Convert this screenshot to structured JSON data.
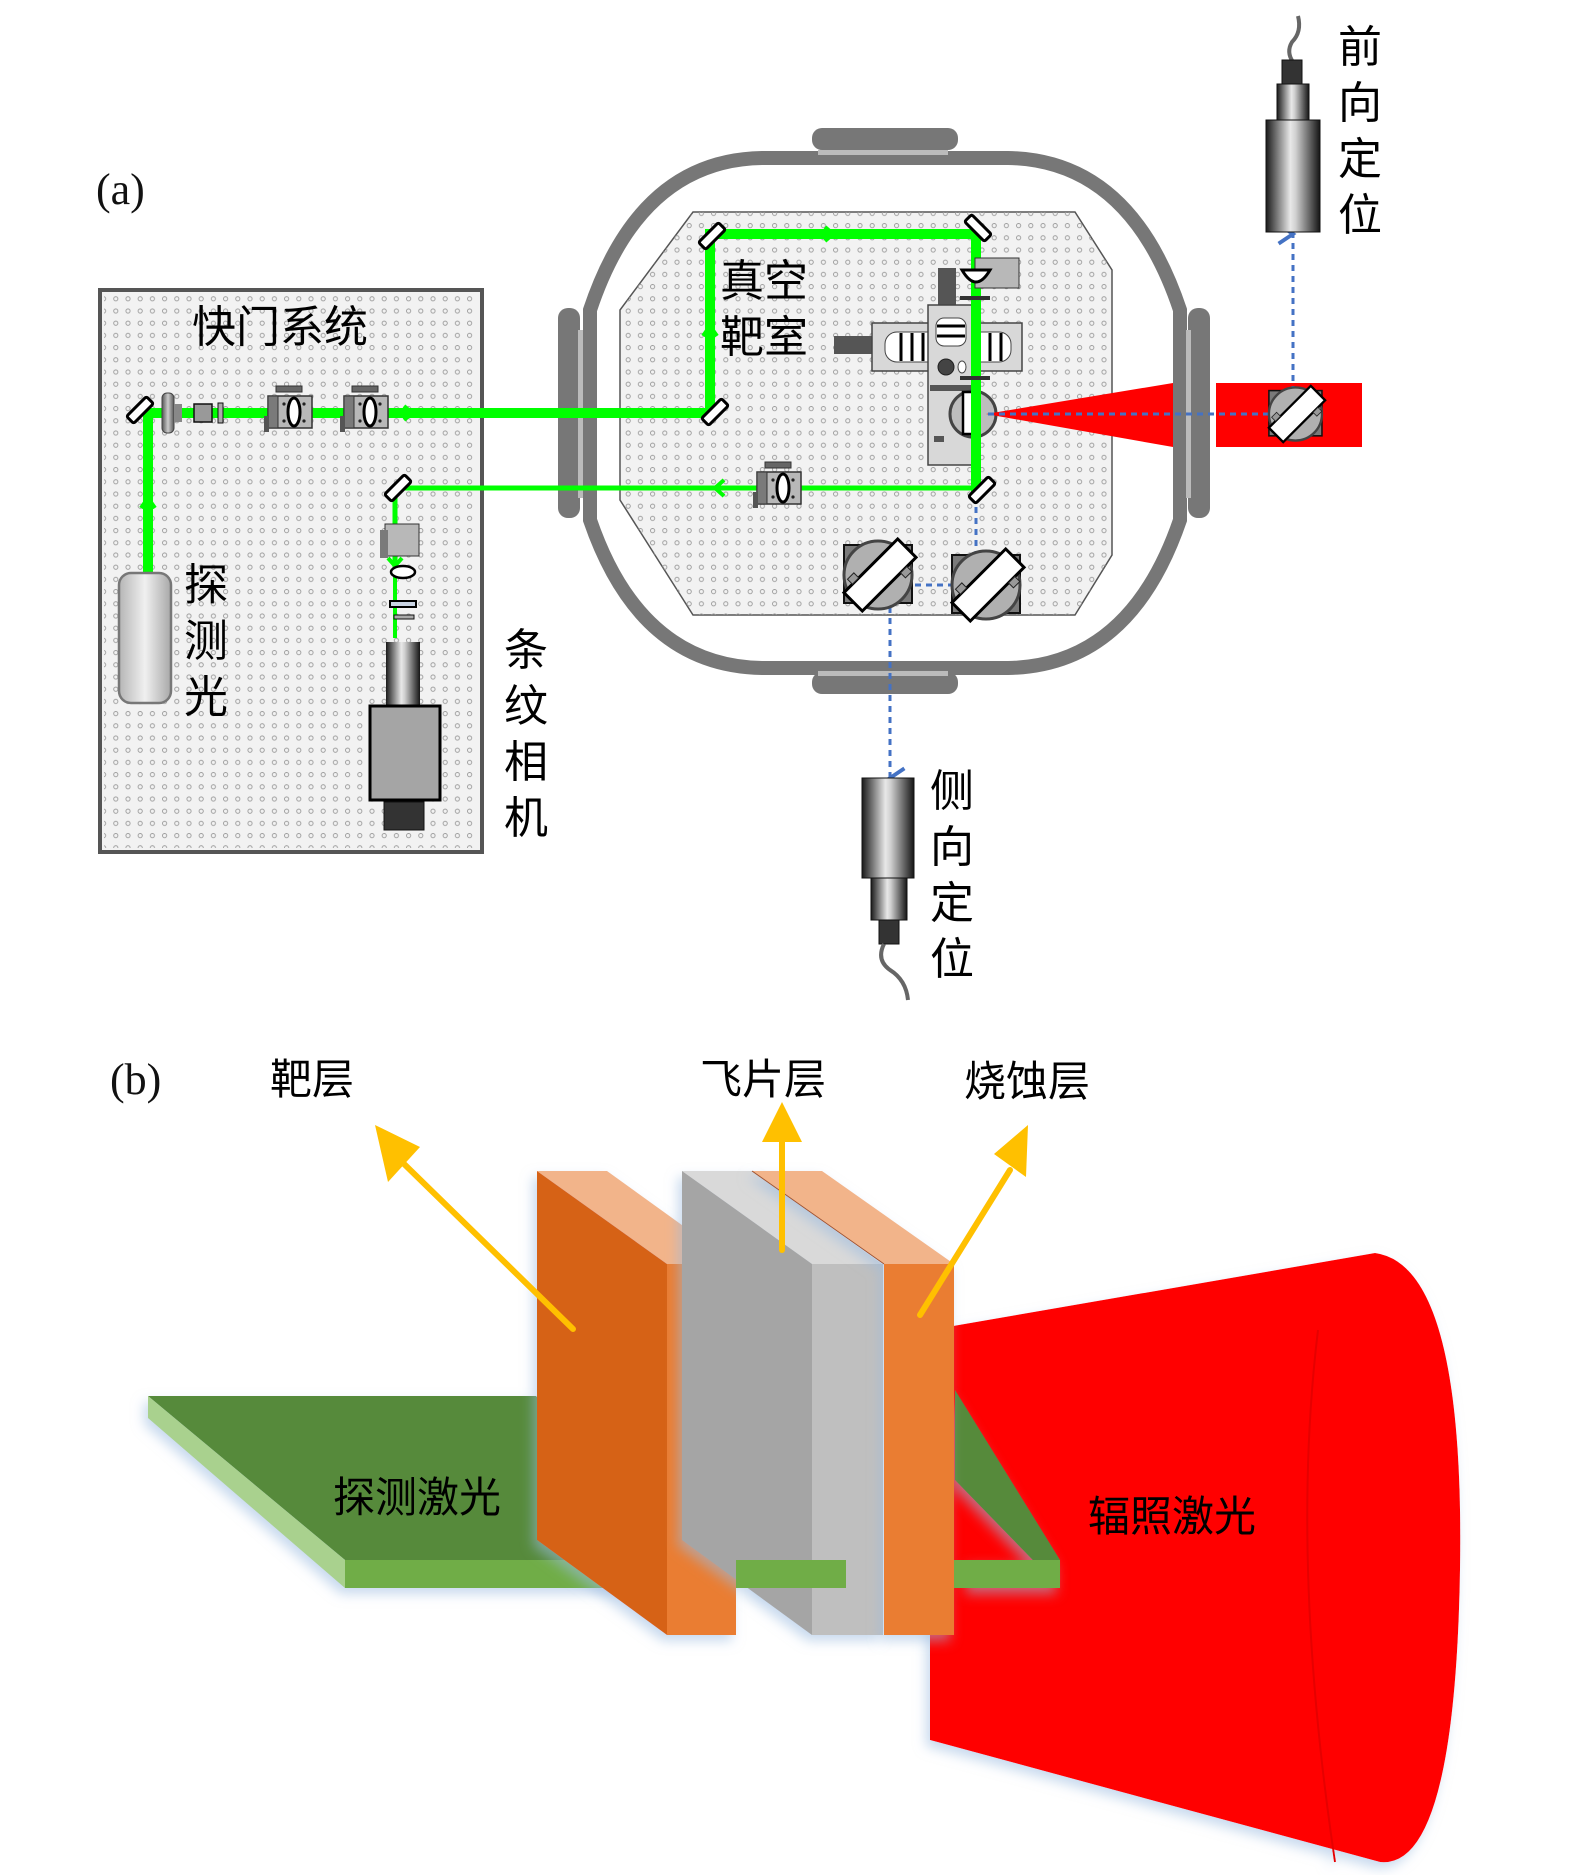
{
  "figure": {
    "panel_a": {
      "label": "(a)",
      "shutter_system": "快门系统",
      "probe_light": [
        "探",
        "测",
        "光"
      ],
      "streak_camera": [
        "条",
        "纹",
        "相",
        "机"
      ],
      "vacuum_chamber": [
        "真空",
        "靶室"
      ],
      "forward_positioning": [
        "前",
        "向",
        "定",
        "位"
      ],
      "side_positioning": [
        "侧",
        "向",
        "定",
        "位"
      ]
    },
    "panel_b": {
      "label": "(b)",
      "target_layer": "靶层",
      "flyer_layer": "飞片层",
      "ablation_layer": "烧蚀层",
      "probe_laser": "探测激光",
      "irradiation_laser": "辐照激光"
    },
    "colors": {
      "probe_beam": "#00ff00",
      "drive_laser": "#ff0000",
      "positioning_path": "#4472c4",
      "chamber_wall": "#777777",
      "breadboard": "#f2f2f2",
      "arrow": "#ffc000",
      "target_front": "#d66218",
      "target_side": "#ea7d33",
      "target_top": "#f2b48a",
      "flyer_front": "#a5a5a5",
      "flyer_side": "#bfbfbf",
      "flyer_top": "#d9d9d9",
      "probe_sheet": "#568a3a",
      "probe_sheet_edge": "#70ad47"
    }
  }
}
